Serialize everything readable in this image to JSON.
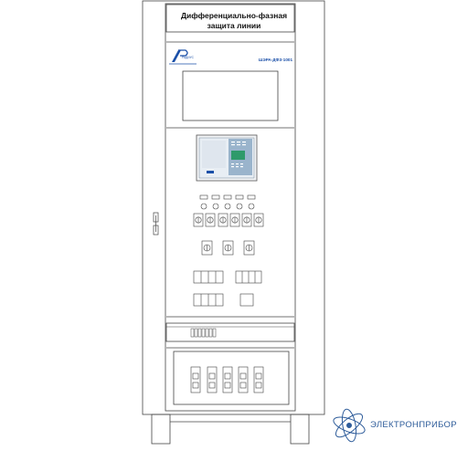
{
  "cabinet": {
    "title_line1": "Дифференциально-фазная",
    "title_line2": "защита линии",
    "model": "ШЭРА-ДФЗ-1001",
    "brand": "РАДИУС"
  },
  "watermark": {
    "text": "ЭЛЕКТРОНПРИБОР"
  },
  "colors": {
    "line": "#444444",
    "accent_blue": "#1a4fa8",
    "relay_panel": "#e8eef4",
    "lcd": "#2e9a6a",
    "watermark": "#2e5c9a"
  }
}
